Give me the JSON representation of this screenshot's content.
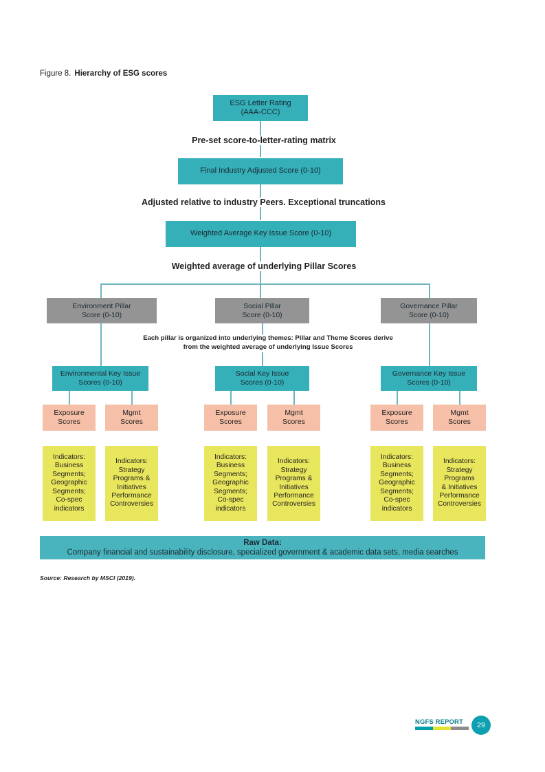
{
  "figure": {
    "number": "Figure 8.",
    "title": "Hierarchy of ESG scores"
  },
  "colors": {
    "teal": "#35afb8",
    "gray": "#949494",
    "salmon": "#f5bfa8",
    "yellow": "#e8e65c",
    "connector": "#6cb5be",
    "footer_teal": "#00a0af",
    "footer_yellow": "#e2e333",
    "footer_gray": "#8c8c8c"
  },
  "nodes": {
    "esg_letter_rating": "ESG Letter Rating\n(AAA-CCC)",
    "esg_letter_rating_l1": "ESG Letter Rating",
    "esg_letter_rating_l2": "(AAA-CCC)",
    "final_industry_adjusted": "Final Industry Adjusted Score (0-10)",
    "weighted_average_key_issue": "Weighted Average Key Issue Score (0-10)"
  },
  "annotations": {
    "matrix": "Pre-set score-to-letter-rating matrix",
    "adjusted": "Adjusted relative to industry Peers. Exceptional truncations",
    "weighted": "Weighted average of underlying Pillar Scores",
    "themes_l1": "Each pillar is organized into underlying themes: Pillar and Theme Scores derive",
    "themes_l2": "from the weighted average of underlying Issue Scores"
  },
  "pillars": [
    {
      "line1": "Environment Pillar",
      "line2": "Score (0-10)"
    },
    {
      "line1": "Social Pillar",
      "line2": "Score (0-10)"
    },
    {
      "line1": "Governance Pillar",
      "line2": "Score (0-10)"
    }
  ],
  "key_issues": [
    {
      "line1": "Environmental Key Issue",
      "line2": "Scores (0-10)"
    },
    {
      "line1": "Social Key Issue",
      "line2": "Scores (0-10)"
    },
    {
      "line1": "Governance Key Issue",
      "line2": "Scores (0-10)"
    }
  ],
  "score_types": [
    {
      "line1": "Exposure",
      "line2": "Scores"
    },
    {
      "line1": "Mgmt",
      "line2": "Scores"
    },
    {
      "line1": "Exposure",
      "line2": "Scores"
    },
    {
      "line1": "Mgmt",
      "line2": "Scores"
    },
    {
      "line1": "Exposure",
      "line2": "Scores"
    },
    {
      "line1": "Mgmt",
      "line2": "Scores"
    }
  ],
  "indicators": [
    {
      "text": "Indicators:\nBusiness\nSegments;\nGeographic\nSegments;\nCo-spec\nindicators"
    },
    {
      "text": "Indicators:\nStrategy\nPrograms &\nInitiatives\nPerformance\nControversies"
    },
    {
      "text": "Indicators:\nBusiness\nSegments;\nGeographic\nSegments;\nCo-spec\nindicators"
    },
    {
      "text": "Indicators:\nStrategy\nPrograms &\nInitiatives\nPerformance\nControversies"
    },
    {
      "text": "Indicators:\nBusiness\nSegments;\nGeographic\nSegments;\nCo-spec\nindicators"
    },
    {
      "text": "Indicators:\nStrategy\nPrograms\n& Initiatives\nPerformance\nControversies"
    }
  ],
  "raw_data": {
    "heading": "Raw Data:",
    "body": "Company financial and sustainability disclosure, specialized government & academic data sets, media searches"
  },
  "source": "Source: Research by MSCI (2019).",
  "footer": {
    "label": "NGFS REPORT",
    "page": "29"
  }
}
